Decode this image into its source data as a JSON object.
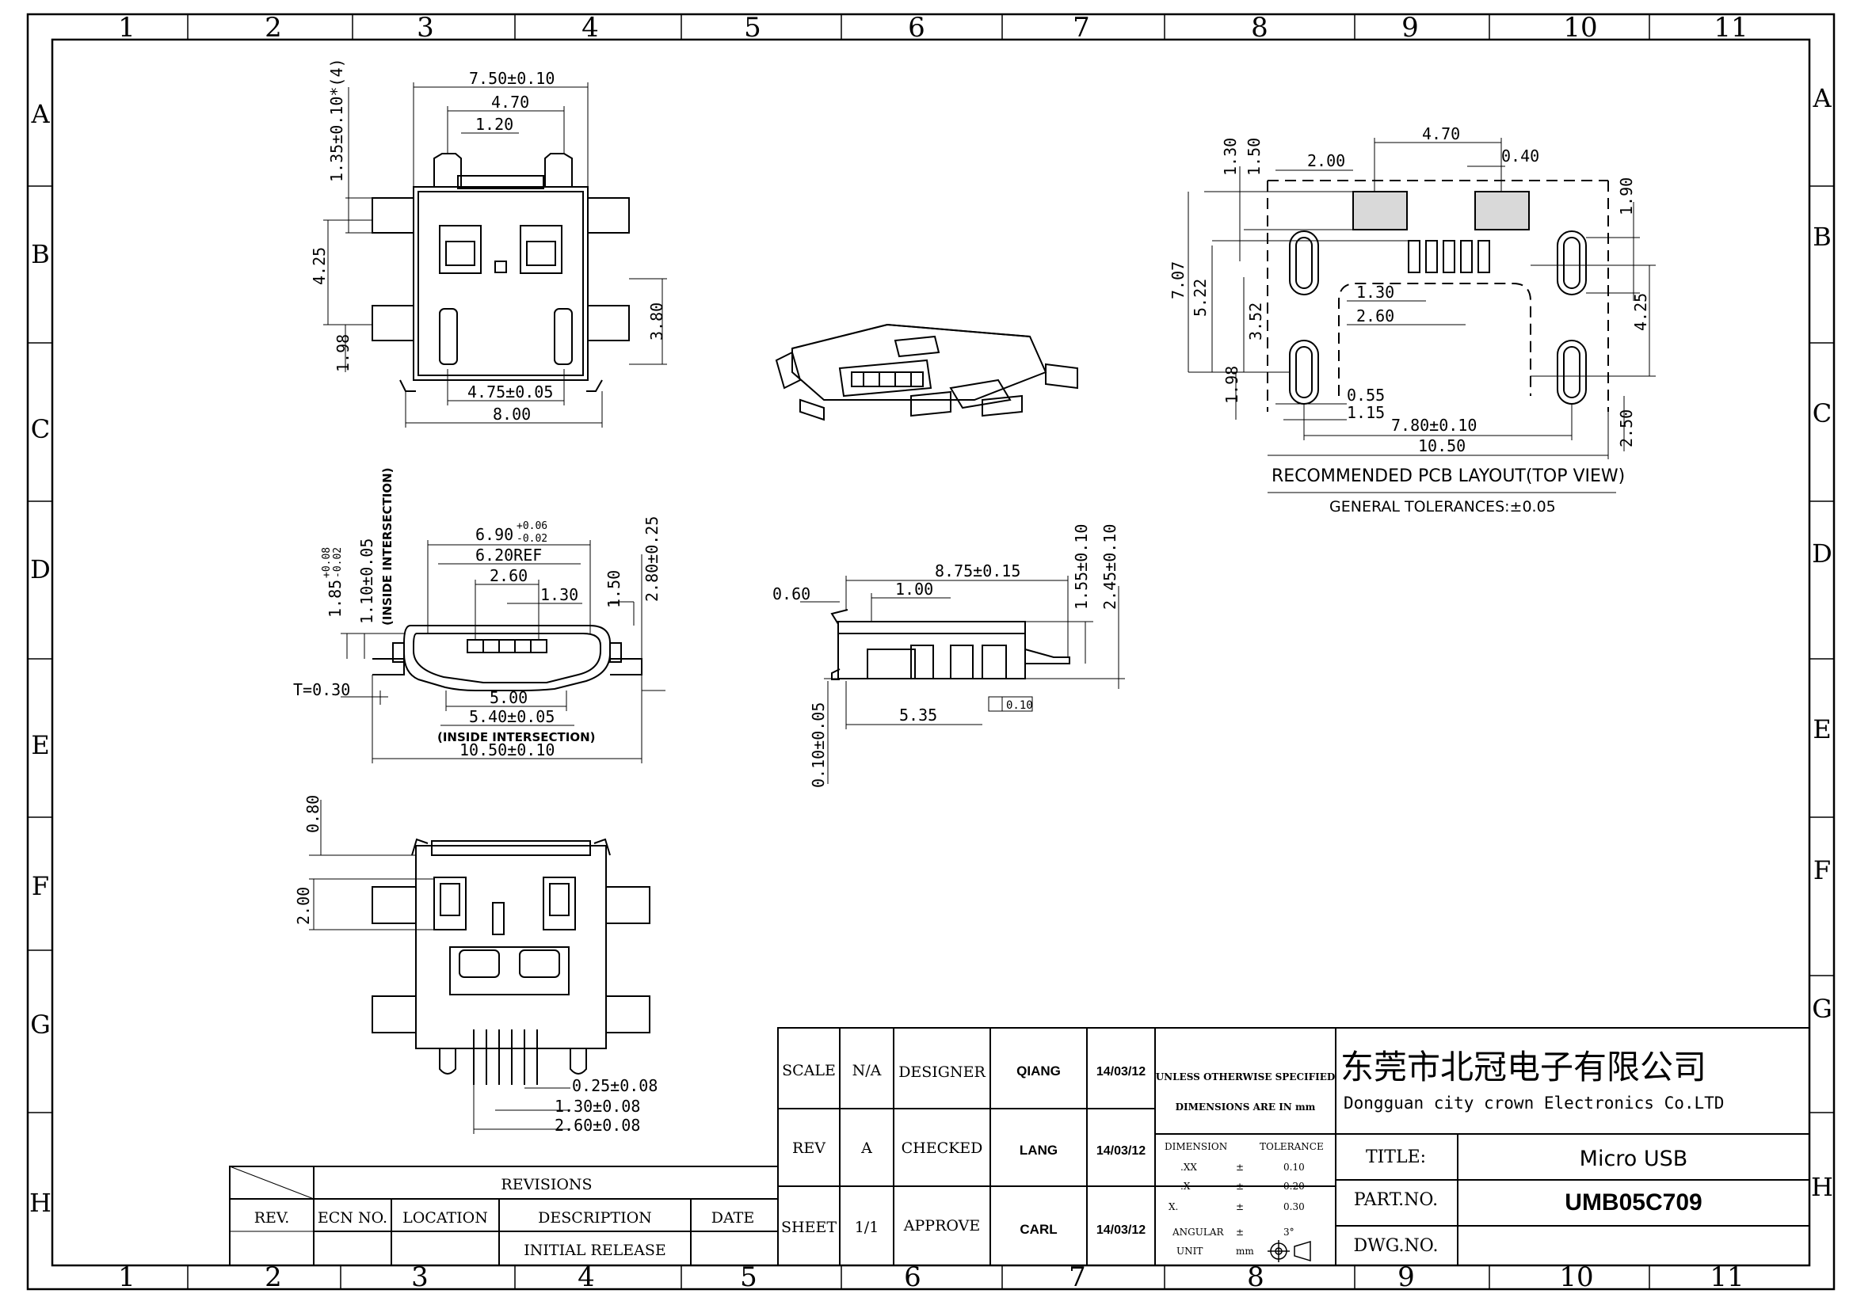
{
  "frame": {
    "columns": [
      "1",
      "2",
      "3",
      "4",
      "5",
      "6",
      "7",
      "8",
      "9",
      "10",
      "11"
    ],
    "rows": [
      "A",
      "B",
      "C",
      "D",
      "E",
      "F",
      "G",
      "H"
    ]
  },
  "top_view": {
    "dims": [
      "7.50±0.10",
      "4.70",
      "1.20",
      "1.35±0.10*(4)",
      "4.25",
      "1.98",
      "3.80",
      "4.75±0.05",
      "8.00"
    ]
  },
  "front_view": {
    "dims": {
      "d690": "6.90",
      "d690_tol_up": "+0.06",
      "d690_tol_dn": "-0.02",
      "d620": "6.20REF",
      "d260": "2.60",
      "d130": "1.30",
      "d150": "1.50",
      "d280": "2.80±0.25",
      "d185": "1.85",
      "d185_up": "+0.08",
      "d185_dn": "-0.02",
      "d110": "1.10±0.05",
      "inside1": "(INSIDE INTERSECTION)",
      "d500": "5.00",
      "d540": "5.40±0.05",
      "inside2": "(INSIDE INTERSECTION)",
      "t030": "T=0.30",
      "d1050": "10.50±0.10"
    }
  },
  "side_view": {
    "dims": [
      "8.75±0.15",
      "1.00",
      "0.60",
      "1.55±0.10",
      "2.45±0.10",
      "5.35",
      "0.10",
      "0.10±0.05"
    ]
  },
  "bottom_view": {
    "dims": [
      "0.80",
      "2.00",
      "0.25±0.08",
      "1.30±0.08",
      "2.60±0.08"
    ]
  },
  "pcb_layout": {
    "dims": [
      "4.70",
      "0.40",
      "2.00",
      "1.30",
      "1.50",
      "1.90",
      "7.07",
      "5.22",
      "3.52",
      "1.30",
      "2.60",
      "4.25",
      "1.98",
      "0.55",
      "1.15",
      "7.80±0.10",
      "10.50",
      "2.50"
    ],
    "caption": "RECOMMENDED PCB LAYOUT(TOP VIEW)",
    "tolerance": "GENERAL TOLERANCES:±0.05"
  },
  "revisions": {
    "title": "REVISIONS",
    "headers": [
      "REV.",
      "ECN NO.",
      "LOCATION",
      "DESCRIPTION",
      "DATE"
    ],
    "rows": [
      {
        "rev": "",
        "ecn": "",
        "location": "",
        "description": "INITIAL RELEASE",
        "date": ""
      }
    ]
  },
  "title_block": {
    "scale_label": "SCALE",
    "scale_value": "N/A",
    "rev_label": "REV",
    "rev_value": "A",
    "sheet_label": "SHEET",
    "sheet_value": "1/1",
    "designer_label": "DESIGNER",
    "designer_name": "QIANG",
    "designer_date": "14/03/12",
    "checked_label": "CHECKED",
    "checked_name": "LANG",
    "checked_date": "14/03/12",
    "approve_label": "APPROVE",
    "approve_name": "CARL",
    "approve_date": "14/03/12",
    "note1": "UNLESS OTHERWISE SPECIFIED",
    "note2": "DIMENSIONS ARE IN mm",
    "tol_dim_header": "DIMENSION",
    "tol_header": "TOLERANCE",
    "tol_rows": [
      {
        "dim": ".XX",
        "pm": "±",
        "val": "0.10"
      },
      {
        "dim": ".X",
        "pm": "±",
        "val": "0.20"
      },
      {
        "dim": "X.",
        "pm": "±",
        "val": "0.30"
      },
      {
        "dim": "ANGULAR",
        "pm": "±",
        "val": "3°"
      }
    ],
    "unit_label": "UNIT",
    "unit_value": "mm",
    "company_cn": "东莞市北冠电子有限公司",
    "company_en": "Dongguan city crown Electronics Co.LTD",
    "title_label": "TITLE:",
    "title_value": "Micro USB",
    "part_label": "PART.NO.",
    "part_value": "UMB05C709",
    "dwg_label": "DWG.NO.",
    "dwg_value": ""
  }
}
